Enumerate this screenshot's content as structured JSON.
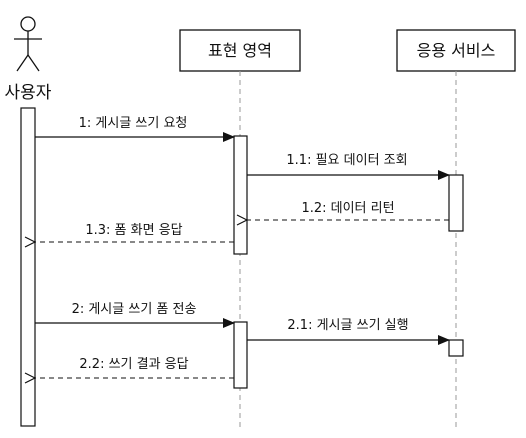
{
  "actor": {
    "name": "사용자"
  },
  "participants": [
    {
      "name": "표현 영역"
    },
    {
      "name": "응용 서비스"
    }
  ],
  "messages": [
    {
      "label": "1: 게시글 쓰기 요청",
      "from": "사용자",
      "to": "표현 영역",
      "kind": "call"
    },
    {
      "label": "1.1: 필요 데이터 조회",
      "from": "표현 영역",
      "to": "응용 서비스",
      "kind": "call"
    },
    {
      "label": "1.2: 데이터 리턴",
      "from": "응용 서비스",
      "to": "표현 영역",
      "kind": "return"
    },
    {
      "label": "1.3: 폼 화면 응답",
      "from": "표현 영역",
      "to": "사용자",
      "kind": "return"
    },
    {
      "label": "2: 게시글 쓰기 폼 전송",
      "from": "사용자",
      "to": "표현 영역",
      "kind": "call"
    },
    {
      "label": "2.1: 게시글 쓰기 실행",
      "from": "표현 영역",
      "to": "응용 서비스",
      "kind": "call"
    },
    {
      "label": "2.2: 쓰기 결과 응답",
      "from": "표현 영역",
      "to": "사용자",
      "kind": "return"
    }
  ]
}
